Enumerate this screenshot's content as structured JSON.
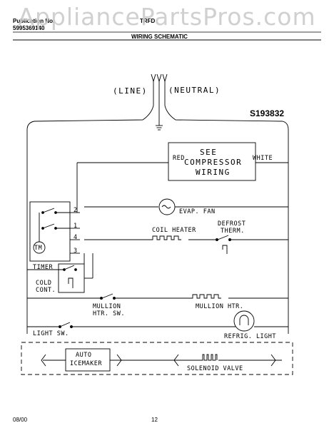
{
  "watermark": "AppliancePartsPros.com",
  "header": {
    "left_line1": "Publication No.",
    "left_line2": "5995369140",
    "right": "TRFD",
    "title": "WIRING SCHEMATIC"
  },
  "diagram": {
    "model_code": "S193832",
    "line_label": "(LINE)",
    "neutral_label": "(NEUTRAL)",
    "compressor_box": {
      "line1": "SEE",
      "line2": "COMPRESSOR",
      "line3": "WIRING",
      "red": "RED",
      "white": "WHITE"
    },
    "timer_terminals": [
      "2",
      "1",
      "4",
      "3"
    ],
    "timer_motor": "TM",
    "labels": {
      "evap_fan": "EVAP. FAN",
      "coil_heater": "COIL HEATER",
      "defrost_therm_1": "DEFROST",
      "defrost_therm_2": "THERM.",
      "timer": "TIMER",
      "cold_cont_1": "COLD",
      "cold_cont_2": "CONT.",
      "mullion_htr_sw_1": "MULLION",
      "mullion_htr_sw_2": "HTR. SW.",
      "mullion_htr": "MULLION HTR.",
      "light_sw": "LIGHT SW.",
      "refrig_light": "REFRIG. LIGHT",
      "auto_icemaker_1": "AUTO",
      "auto_icemaker_2": "ICEMAKER",
      "solenoid_valve": "SOLENOID VALVE"
    }
  },
  "footer": {
    "date": "08/00",
    "page": "12"
  }
}
